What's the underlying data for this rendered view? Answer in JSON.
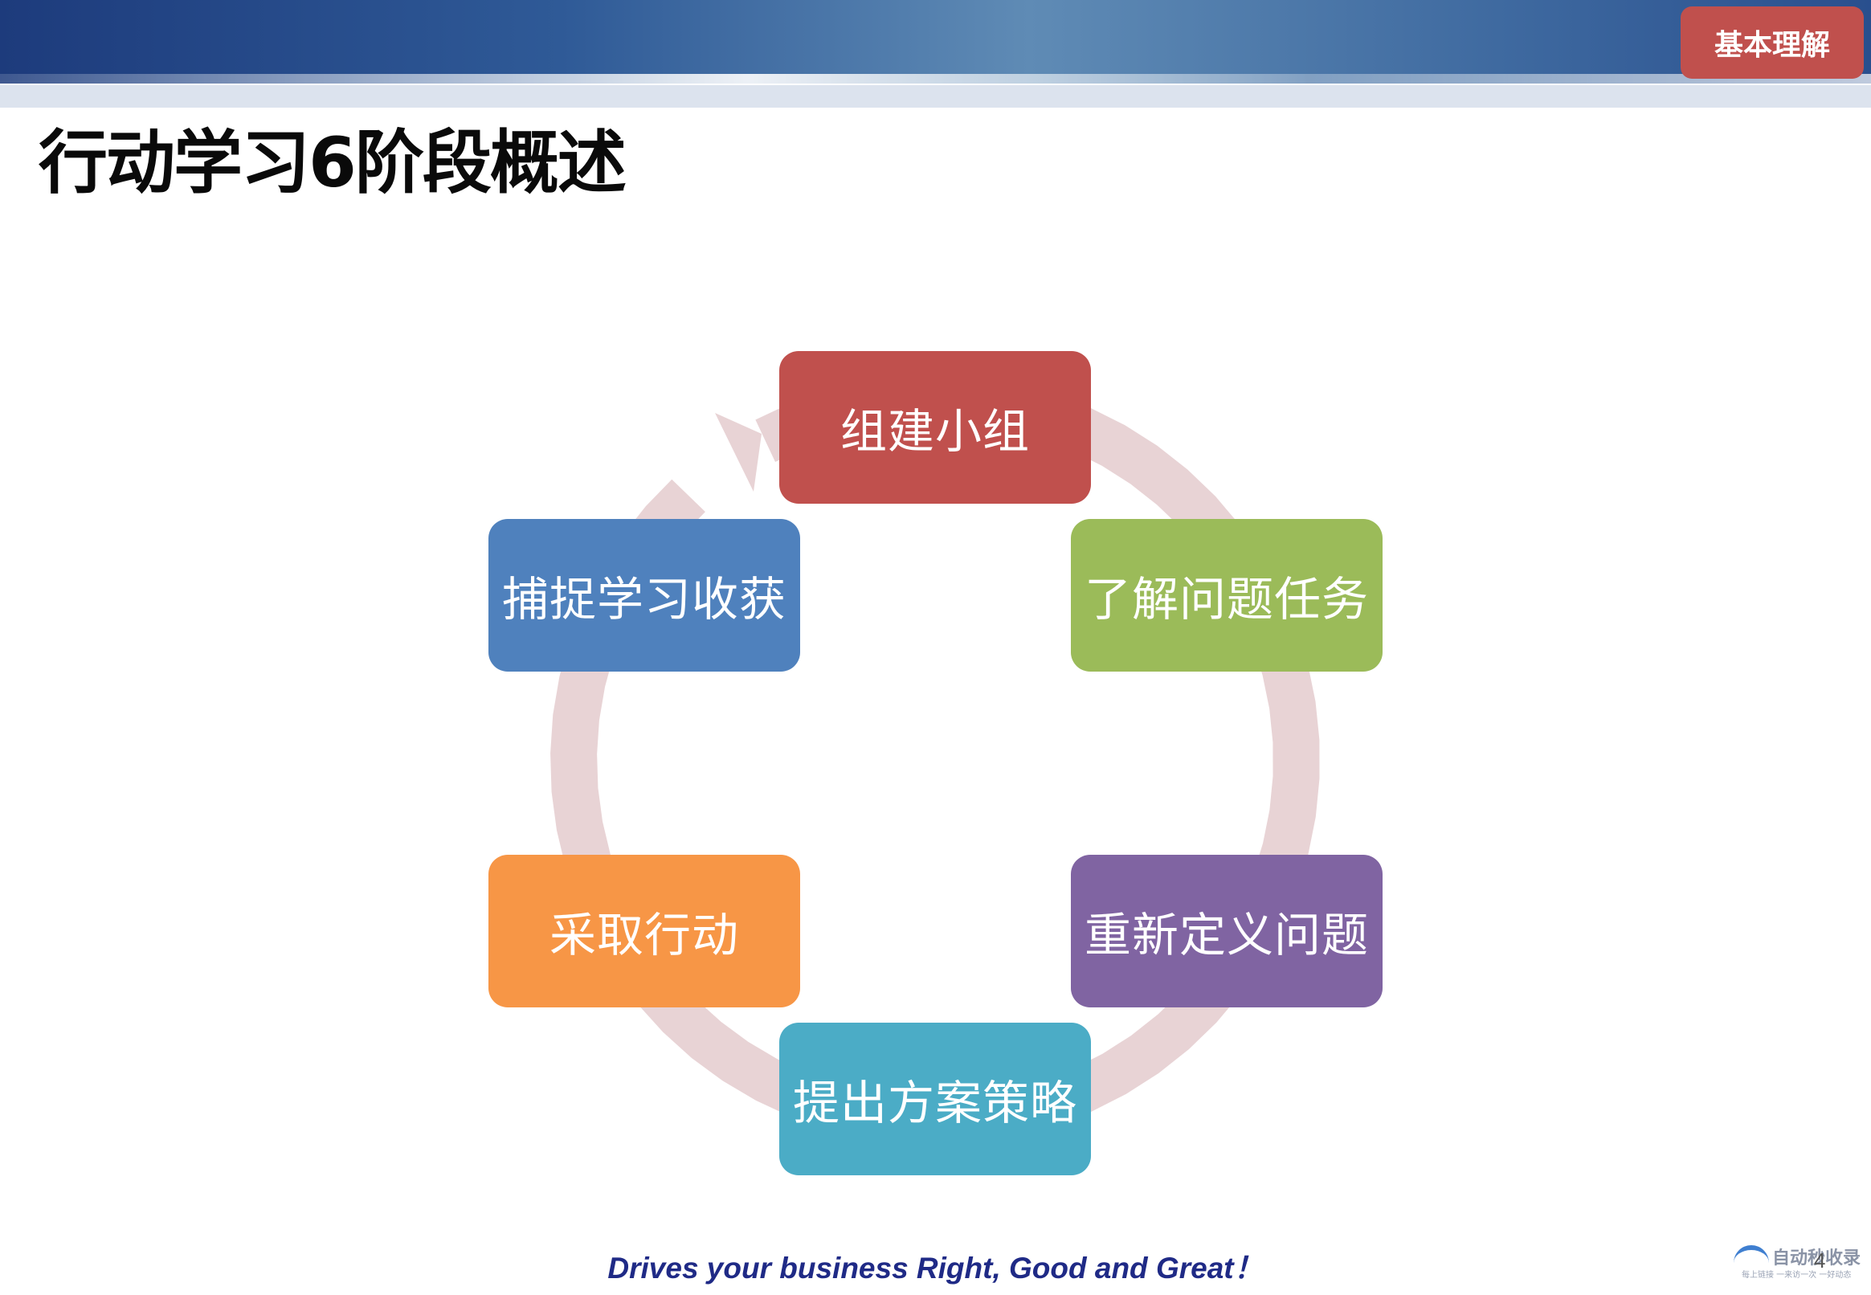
{
  "header": {
    "section_tag": "基本理解"
  },
  "title": "行动学习6阶段概述",
  "diagram": {
    "type": "cycle",
    "ring_color": "#e8d3d5",
    "stages": [
      {
        "label": "组建小组",
        "color": "#c0504d"
      },
      {
        "label": "了解问题任务",
        "color": "#9bbb59"
      },
      {
        "label": "重新定义问题",
        "color": "#8064a2"
      },
      {
        "label": "提出方案策略",
        "color": "#4bacc6"
      },
      {
        "label": "采取行动",
        "color": "#f79646"
      },
      {
        "label": "捕捉学习收获",
        "color": "#4f81bd"
      }
    ]
  },
  "footer": {
    "slogan": "Drives your business Right, Good and Great！",
    "watermark_text": "自动秒收录",
    "watermark_sub": "每上链接 一来访一次 一好动态",
    "page_number": "4"
  }
}
